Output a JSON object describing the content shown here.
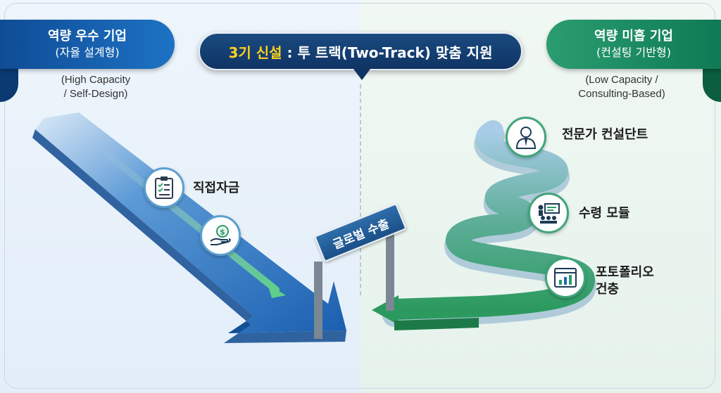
{
  "banner": {
    "highlight": "3기 신설",
    "rest": " : 투 트랙(Two-Track) 맞춤 지원"
  },
  "left": {
    "title": "역량 우수 기업",
    "subtitle": "(자율 설계형)",
    "english_line1": "(High Capacity",
    "english_line2": "/ Self-Design)",
    "items": [
      {
        "label": "직접자금",
        "icon": "checklist-clipboard-icon"
      },
      {
        "label": "",
        "icon": "money-hand-icon"
      }
    ],
    "arrow_color": "#1d67b8"
  },
  "right": {
    "title": "역량 미흡 기업",
    "subtitle": "(컨설팅 기반형)",
    "english_line1": "(Low Capacity /",
    "english_line2": "Consulting-Based)",
    "items": [
      {
        "label": "전문가 컨설단트",
        "icon": "consultant-person-icon"
      },
      {
        "label": "수령 모듈",
        "icon": "presentation-group-icon"
      },
      {
        "label_line1": "포토폴리오",
        "label_line2": "건충",
        "icon": "bar-chart-icon"
      }
    ],
    "path_color": "#2e9a6a"
  },
  "sign": {
    "text": "글로벌 수출"
  }
}
